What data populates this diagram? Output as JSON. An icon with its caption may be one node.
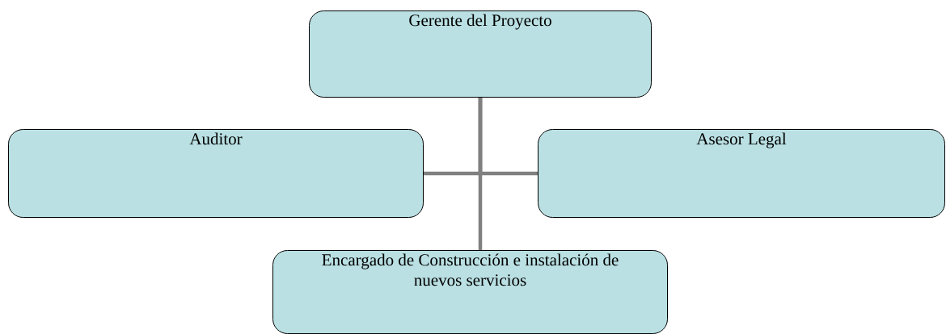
{
  "diagram": {
    "nodes": [
      {
        "text": [
          "Gerente del Proyecto"
        ]
      },
      {
        "text": [
          "Auditor"
        ]
      },
      {
        "text": [
          "Asesor Legal"
        ]
      },
      {
        "text": [
          "Encargado de Construcción e instalación de nuevos servicios"
        ]
      }
    ],
    "edges": [
      {
        "from": 0,
        "to": 1,
        "arrow": "none"
      },
      {
        "from": 0,
        "to": 2,
        "arrow": "none"
      },
      {
        "from": 0,
        "to": 3,
        "arrow": "none"
      }
    ]
  }
}
